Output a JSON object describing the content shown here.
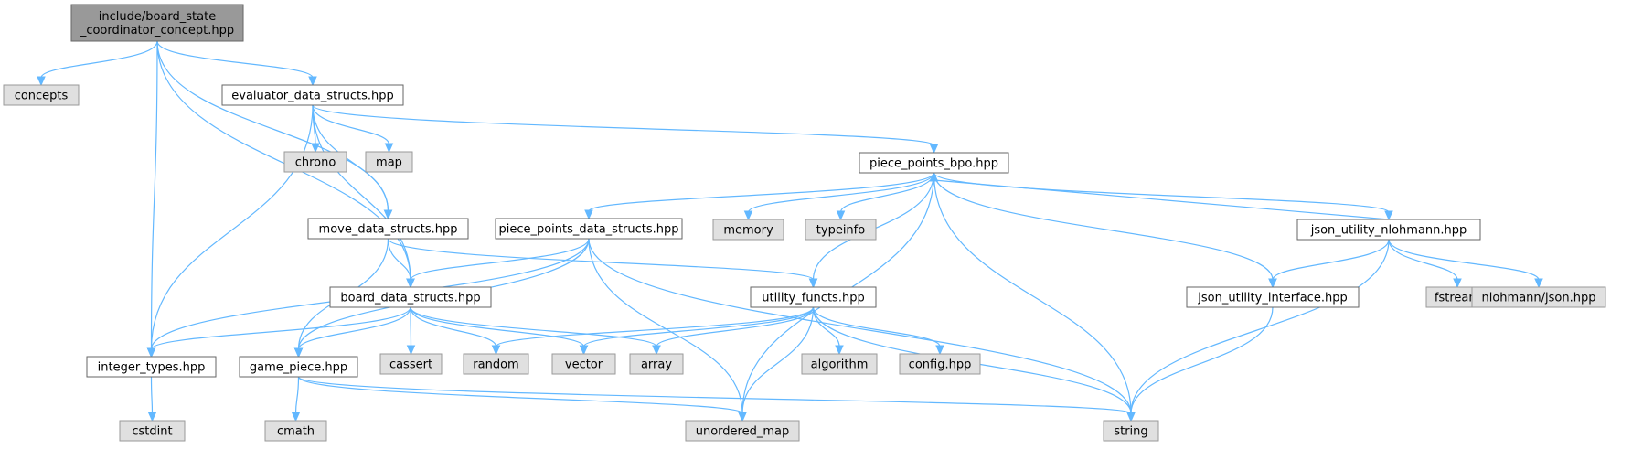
{
  "colors": {
    "root_fill": "#999999",
    "root_border": "#666666",
    "local_fill": "#ffffff",
    "local_border": "#666666",
    "system_fill": "#e0e0e0",
    "system_border": "#999999",
    "edge": "#63b8ff"
  },
  "nodes": [
    {
      "id": "root",
      "kind": "root",
      "lines": [
        "include/board_state",
        "_coordinator_concept.hpp"
      ]
    },
    {
      "id": "concepts",
      "kind": "system",
      "lines": [
        "concepts"
      ]
    },
    {
      "id": "evaluator_data_structs",
      "kind": "local",
      "lines": [
        "evaluator_data_structs.hpp"
      ]
    },
    {
      "id": "chrono",
      "kind": "system",
      "lines": [
        "chrono"
      ]
    },
    {
      "id": "map",
      "kind": "system",
      "lines": [
        "map"
      ]
    },
    {
      "id": "piece_points_bpo",
      "kind": "local",
      "lines": [
        "piece_points_bpo.hpp"
      ]
    },
    {
      "id": "move_data_structs",
      "kind": "local",
      "lines": [
        "move_data_structs.hpp"
      ]
    },
    {
      "id": "piece_points_data_structs",
      "kind": "local",
      "lines": [
        "piece_points_data_structs.hpp"
      ]
    },
    {
      "id": "memory",
      "kind": "system",
      "lines": [
        "memory"
      ]
    },
    {
      "id": "typeinfo",
      "kind": "system",
      "lines": [
        "typeinfo"
      ]
    },
    {
      "id": "json_utility_nlohmann",
      "kind": "local",
      "lines": [
        "json_utility_nlohmann.hpp"
      ]
    },
    {
      "id": "board_data_structs",
      "kind": "local",
      "lines": [
        "board_data_structs.hpp"
      ]
    },
    {
      "id": "utility_functs",
      "kind": "local",
      "lines": [
        "utility_functs.hpp"
      ]
    },
    {
      "id": "json_utility_interface",
      "kind": "local",
      "lines": [
        "json_utility_interface.hpp"
      ]
    },
    {
      "id": "fstream",
      "kind": "system",
      "lines": [
        "fstream"
      ]
    },
    {
      "id": "nlohmann_json",
      "kind": "system",
      "lines": [
        "nlohmann/json.hpp"
      ]
    },
    {
      "id": "integer_types",
      "kind": "local",
      "lines": [
        "integer_types.hpp"
      ]
    },
    {
      "id": "game_piece",
      "kind": "local",
      "lines": [
        "game_piece.hpp"
      ]
    },
    {
      "id": "cassert",
      "kind": "system",
      "lines": [
        "cassert"
      ]
    },
    {
      "id": "random",
      "kind": "system",
      "lines": [
        "random"
      ]
    },
    {
      "id": "vector",
      "kind": "system",
      "lines": [
        "vector"
      ]
    },
    {
      "id": "array",
      "kind": "system",
      "lines": [
        "array"
      ]
    },
    {
      "id": "algorithm",
      "kind": "system",
      "lines": [
        "algorithm"
      ]
    },
    {
      "id": "config",
      "kind": "system",
      "lines": [
        "config.hpp"
      ]
    },
    {
      "id": "cstdint",
      "kind": "system",
      "lines": [
        "cstdint"
      ]
    },
    {
      "id": "cmath",
      "kind": "system",
      "lines": [
        "cmath"
      ]
    },
    {
      "id": "unordered_map",
      "kind": "system",
      "lines": [
        "unordered_map"
      ]
    },
    {
      "id": "string",
      "kind": "system",
      "lines": [
        "string"
      ]
    }
  ],
  "edges": [
    [
      "root",
      "concepts"
    ],
    [
      "root",
      "evaluator_data_structs"
    ],
    [
      "root",
      "move_data_structs"
    ],
    [
      "root",
      "board_data_structs"
    ],
    [
      "root",
      "integer_types"
    ],
    [
      "evaluator_data_structs",
      "chrono"
    ],
    [
      "evaluator_data_structs",
      "map"
    ],
    [
      "evaluator_data_structs",
      "piece_points_bpo"
    ],
    [
      "evaluator_data_structs",
      "move_data_structs"
    ],
    [
      "evaluator_data_structs",
      "board_data_structs"
    ],
    [
      "evaluator_data_structs",
      "integer_types"
    ],
    [
      "piece_points_bpo",
      "piece_points_data_structs"
    ],
    [
      "piece_points_bpo",
      "memory"
    ],
    [
      "piece_points_bpo",
      "typeinfo"
    ],
    [
      "piece_points_bpo",
      "json_utility_nlohmann"
    ],
    [
      "piece_points_bpo",
      "utility_functs"
    ],
    [
      "piece_points_bpo",
      "json_utility_interface"
    ],
    [
      "piece_points_bpo",
      "unordered_map"
    ],
    [
      "piece_points_bpo",
      "string"
    ],
    [
      "json_utility_nlohmann",
      "piece_points_bpo"
    ],
    [
      "json_utility_nlohmann",
      "json_utility_interface"
    ],
    [
      "json_utility_nlohmann",
      "fstream"
    ],
    [
      "json_utility_nlohmann",
      "nlohmann_json"
    ],
    [
      "json_utility_nlohmann",
      "string"
    ],
    [
      "move_data_structs",
      "board_data_structs"
    ],
    [
      "move_data_structs",
      "game_piece"
    ],
    [
      "move_data_structs",
      "utility_functs"
    ],
    [
      "piece_points_data_structs",
      "board_data_structs"
    ],
    [
      "piece_points_data_structs",
      "game_piece"
    ],
    [
      "piece_points_data_structs",
      "integer_types"
    ],
    [
      "piece_points_data_structs",
      "unordered_map"
    ],
    [
      "piece_points_data_structs",
      "string"
    ],
    [
      "board_data_structs",
      "integer_types"
    ],
    [
      "board_data_structs",
      "game_piece"
    ],
    [
      "board_data_structs",
      "cassert"
    ],
    [
      "board_data_structs",
      "random"
    ],
    [
      "board_data_structs",
      "vector"
    ],
    [
      "board_data_structs",
      "array"
    ],
    [
      "utility_functs",
      "random"
    ],
    [
      "utility_functs",
      "vector"
    ],
    [
      "utility_functs",
      "array"
    ],
    [
      "utility_functs",
      "algorithm"
    ],
    [
      "utility_functs",
      "config"
    ],
    [
      "utility_functs",
      "unordered_map"
    ],
    [
      "utility_functs",
      "string"
    ],
    [
      "json_utility_interface",
      "string"
    ],
    [
      "integer_types",
      "cstdint"
    ],
    [
      "game_piece",
      "cmath"
    ],
    [
      "game_piece",
      "unordered_map"
    ],
    [
      "game_piece",
      "string"
    ]
  ]
}
